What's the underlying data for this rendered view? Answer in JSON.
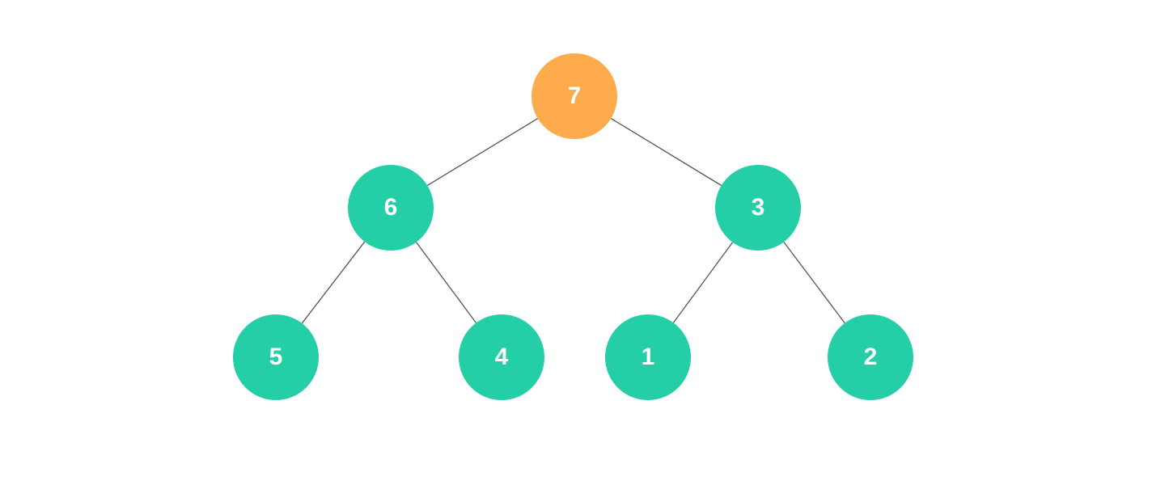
{
  "tree": {
    "colors": {
      "root": "#FDAB4D",
      "node": "#24CEA6",
      "edge": "#555555"
    },
    "nodes": [
      {
        "id": "n7",
        "label": "7",
        "role": "root"
      },
      {
        "id": "n6",
        "label": "6",
        "role": "node"
      },
      {
        "id": "n3",
        "label": "3",
        "role": "node"
      },
      {
        "id": "n5",
        "label": "5",
        "role": "node"
      },
      {
        "id": "n4",
        "label": "4",
        "role": "node"
      },
      {
        "id": "n1",
        "label": "1",
        "role": "node"
      },
      {
        "id": "n2",
        "label": "2",
        "role": "node"
      }
    ],
    "edges": [
      {
        "from": "n7",
        "to": "n6"
      },
      {
        "from": "n7",
        "to": "n3"
      },
      {
        "from": "n6",
        "to": "n5"
      },
      {
        "from": "n6",
        "to": "n4"
      },
      {
        "from": "n3",
        "to": "n1"
      },
      {
        "from": "n3",
        "to": "n2"
      }
    ]
  }
}
